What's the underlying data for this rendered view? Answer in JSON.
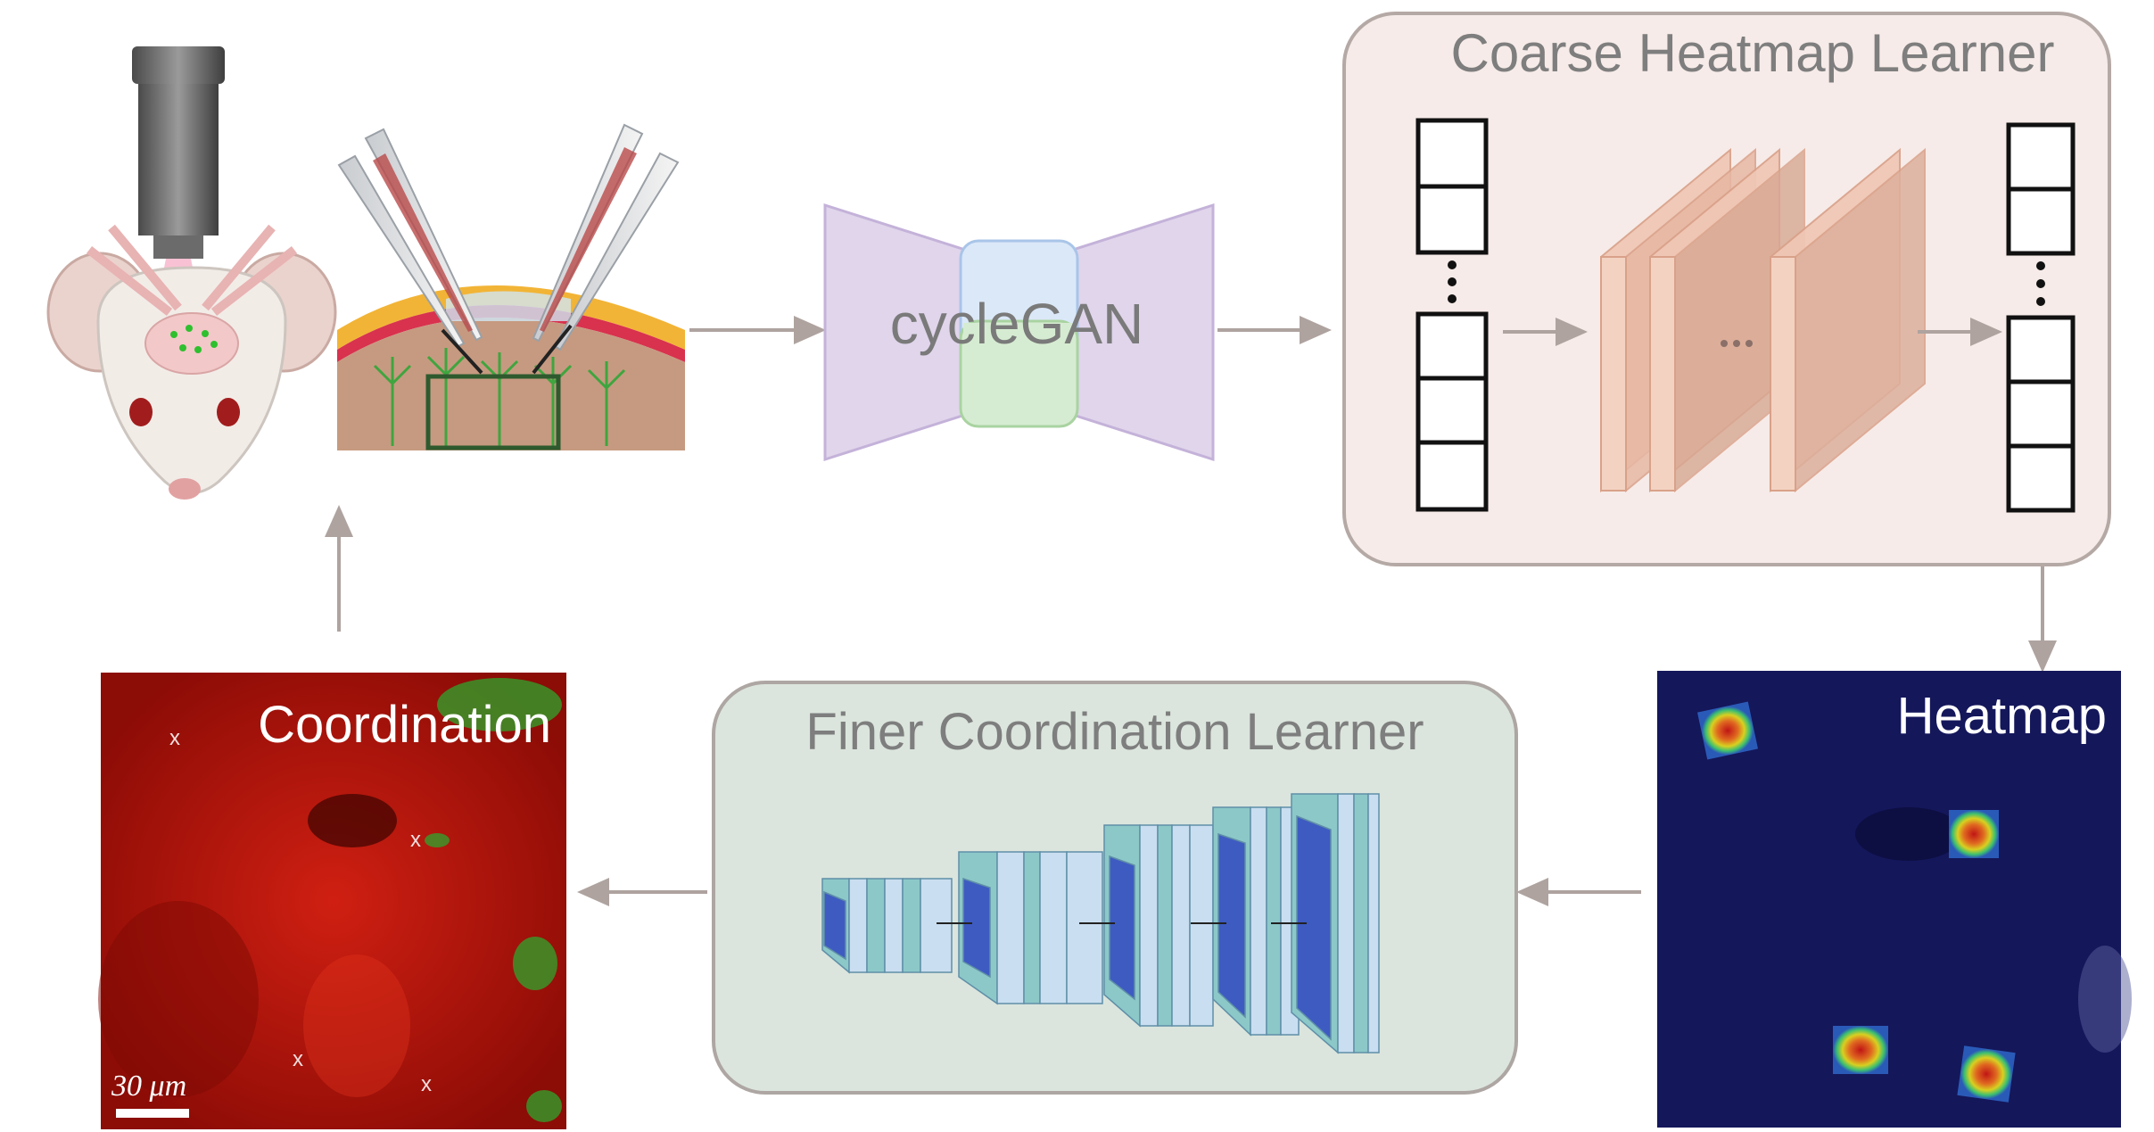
{
  "labels": {
    "cyclegan": "cycleGAN",
    "coarse_title": "Coarse Heatmap Learner",
    "finer_title": "Finer Coordination Learner",
    "heatmap": "Heatmap",
    "coordination": "Coordination",
    "scale_bar": "30 μm"
  },
  "coordination_marks": [
    "x",
    "x",
    "x",
    "x"
  ],
  "colors": {
    "arrow": "#aea39f",
    "coarse_panel_bg": "#f6ebe8",
    "coarse_panel_border": "#b5a9a5",
    "finer_panel_bg": "#dbe5dd",
    "finer_panel_border": "#ada6a2",
    "panel_title_text": "#7e7e7e",
    "cyclegan_trapezoid": "#e0d5eb",
    "cyclegan_trapezoid_border": "#c4b2d9",
    "cyclegan_top_block": "#dbe8f8",
    "cyclegan_bottom_block": "#d6ecd2",
    "cnn_layer": "#f0c7b5",
    "heatmap_bg": "#14175a",
    "coordination_bg": "#b3160d",
    "blue_layer": "#3e5bc2",
    "teal_layer": "#8cc8c8",
    "light_layer": "#c9def0"
  }
}
